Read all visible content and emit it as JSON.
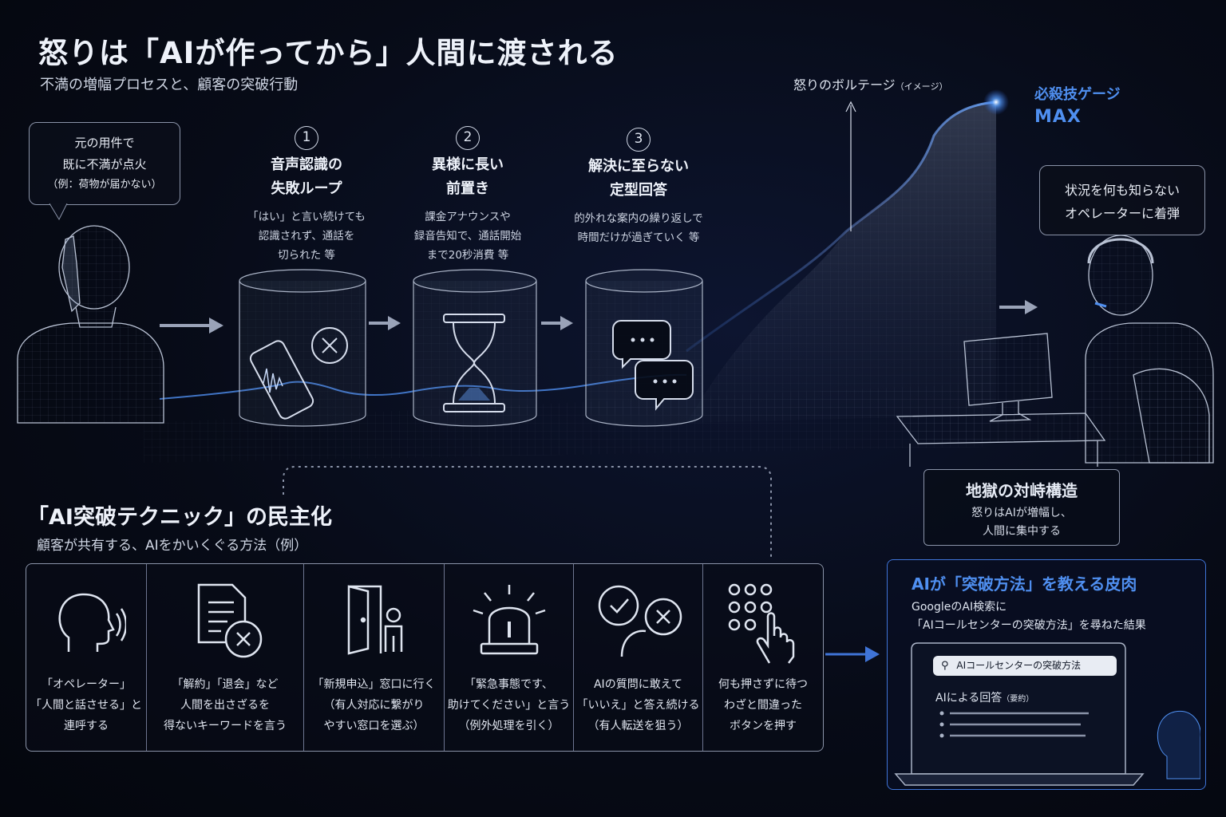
{
  "header": {
    "title": "怒りは「AIが作ってから」人間に渡される",
    "subtitle": "不満の増幅プロセスと、顧客の突破行動"
  },
  "customer_bubble": {
    "line1": "元の用件で",
    "line2": "既に不満が点火",
    "line3": "（例：荷物が届かない）"
  },
  "steps": [
    {
      "num": "1",
      "title1": "音声認識の",
      "title2": "失敗ループ",
      "desc1": "「はい」と言い続けても",
      "desc2": "認識されず、通話を",
      "desc3": "切られた 等",
      "icon": "phone-x-icon"
    },
    {
      "num": "2",
      "title1": "異様に長い",
      "title2": "前置き",
      "desc1": "課金アナウンスや",
      "desc2": "録音告知で、通話開始",
      "desc3": "まで20秒消費 等",
      "icon": "hourglass-icon"
    },
    {
      "num": "3",
      "title1": "解決に至らない",
      "title2": "定型回答",
      "desc1": "的外れな案内の繰り返しで",
      "desc2": "時間だけが過ぎていく 等",
      "desc3": "",
      "icon": "chat-bubbles-icon"
    }
  ],
  "voltage": {
    "label": "怒りのボルテージ",
    "label_note": "（イメージ）",
    "gauge_line1": "必殺技ゲージ",
    "gauge_line2": "MAX"
  },
  "operator_bubble": {
    "line1": "状況を何も知らない",
    "line2": "オペレーターに着弾"
  },
  "hell": {
    "title": "地獄の対峙構造",
    "line1": "怒りはAIが増幅し、",
    "line2": "人間に集中する"
  },
  "techniques": {
    "title": "「AI突破テクニック」の民主化",
    "subtitle": "顧客が共有する、AIをかいくぐる方法（例）",
    "items": [
      {
        "icon": "shouting-head-icon",
        "text": "「オペレーター」\n「人間と話させる」と\n連呼する"
      },
      {
        "icon": "document-x-icon",
        "text": "「解約」「退会」など\n人間を出さざるを\n得ないキーワードを言う"
      },
      {
        "icon": "door-person-icon",
        "text": "「新規申込」窓口に行く\n（有人対応に繋がり\nやすい窓口を選ぶ）"
      },
      {
        "icon": "siren-icon",
        "text": "「緊急事態です、\n助けてください」と言う\n（例外処理を引く）"
      },
      {
        "icon": "check-x-head-icon",
        "text": "AIの質問に敢えて\n「いいえ」と答え続ける\n（有人転送を狙う）"
      },
      {
        "icon": "keypad-hand-icon",
        "text": "何も押さずに待つ\nわざと間違った\nボタンを押す"
      }
    ]
  },
  "irony": {
    "title": "AIが「突破方法」を教える皮肉",
    "line1": "GoogleのAI検索に",
    "line2": "「AIコールセンターの突破方法」を尋ねた結果",
    "search_query": "AIコールセンターの突破方法",
    "answer_heading": "AIによる回答",
    "answer_note": "（要約）"
  },
  "colors": {
    "accent_blue": "#4f8ff0",
    "background": "#070b17",
    "line_gray": "#8a93a8"
  }
}
